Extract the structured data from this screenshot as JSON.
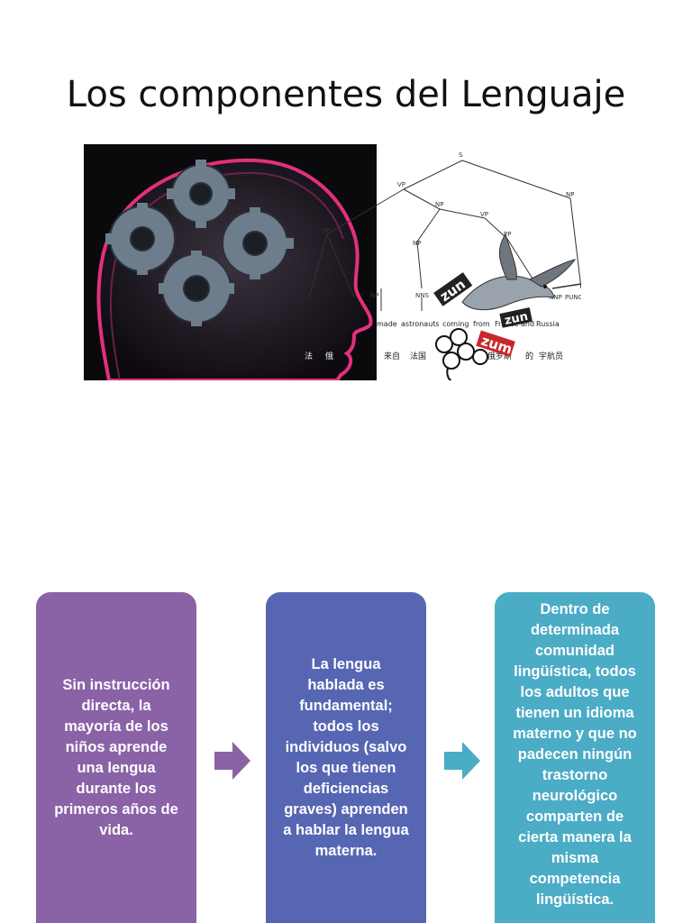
{
  "title": "Los componentes del Lenguaje",
  "figure": {
    "parse_tree_nodes": [
      "S",
      "VP",
      "NP",
      "VP",
      "PP",
      "NP",
      "NP",
      "NP",
      "NP",
      "NNS",
      "NNP",
      "PUNC"
    ],
    "english_words": [
      "made",
      "astronauts",
      "coming",
      "from",
      "France",
      "and",
      "Russia"
    ],
    "chinese_words": [
      "法",
      "俄",
      "来自",
      "法国",
      "和",
      "俄罗斯",
      "的",
      "宇航员"
    ],
    "sticker_words": [
      "zun",
      "zun",
      "zum"
    ],
    "colors": {
      "head_outline": "#e2307d",
      "gear": "#6e7d8c",
      "sticker_red": "#c8282d"
    }
  },
  "boxes": [
    {
      "text": "Sin instrucción\ndirecta, la\nmayoría de los\nniños aprende\nuna lengua\ndurante los\nprimeros años de\nvida.",
      "color": "#8a62a6"
    },
    {
      "text": "La  lengua\nhablada es\nfundamental;\ntodos los\nindividuos (salvo\nlos que tienen\ndeficiencias\ngraves) aprenden\na hablar la lengua\nmaterna.",
      "color": "#5766b3"
    },
    {
      "text": "Dentro de\ndeterminada\ncomunidad\nlingüística, todos\nlos adultos que\ntienen un idioma\nmaterno y que no\npadecen ningún\ntrastorno\nneurológico\ncomparten de\ncierta manera la\nmisma\ncompetencia\nlingüística.",
      "color": "#4bacc6"
    }
  ],
  "arrows": [
    {
      "icon": "arrow-right-icon",
      "color": "#8a62a6"
    },
    {
      "icon": "arrow-right-icon",
      "color": "#4bacc6"
    }
  ]
}
